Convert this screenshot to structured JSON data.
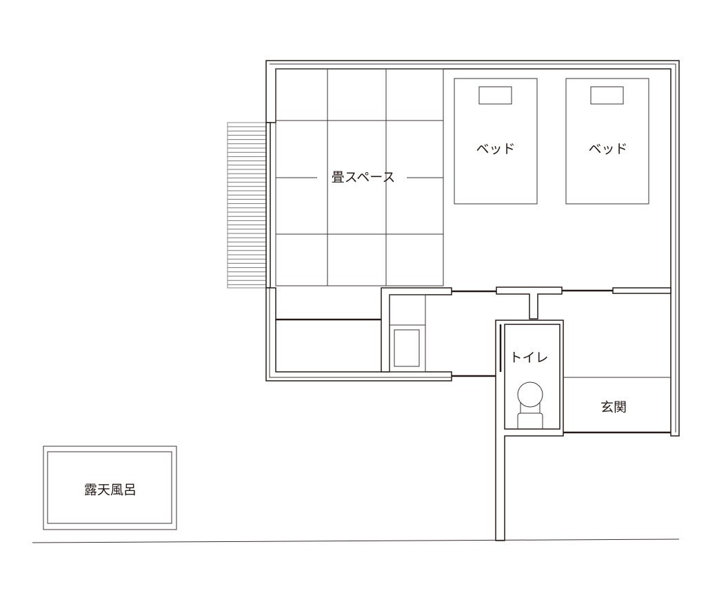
{
  "rooms": {
    "tatami": "畳スペース",
    "bed1": "ベッド",
    "bed2": "ベッド",
    "toilet": "トイレ",
    "entrance": "玄関",
    "outdoor_bath": "露天風呂"
  },
  "colors": {
    "line": "#231815",
    "background": "#ffffff"
  }
}
